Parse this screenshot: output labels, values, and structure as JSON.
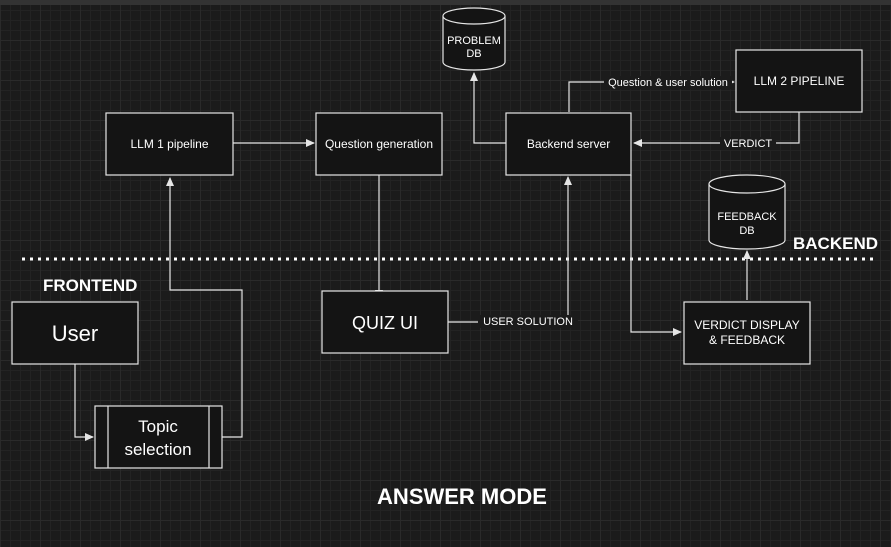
{
  "nodes": {
    "llm1": "LLM 1 pipeline",
    "question_gen": "Question generation",
    "backend_server": "Backend server",
    "llm2": "LLM 2 PIPELINE",
    "problem_db": [
      "PROBLEM",
      "DB"
    ],
    "feedback_db": [
      "FEEDBACK",
      "DB"
    ],
    "quiz_ui": "QUIZ UI",
    "verdict_display": [
      "VERDICT DISPLAY",
      "& FEEDBACK"
    ],
    "user": "User",
    "topic_selection": [
      "Topic",
      "selection"
    ]
  },
  "edges": {
    "to_llm2": "Question & user solution",
    "verdict": "VERDICT",
    "user_solution": "USER SOLUTION"
  },
  "sections": {
    "frontend": "FRONTEND",
    "backend": "BACKEND",
    "mode": "ANSWER MODE"
  },
  "colors": {
    "background": "#1b1b1b",
    "stroke": "#e6e6e6",
    "text": "#ffffff"
  }
}
